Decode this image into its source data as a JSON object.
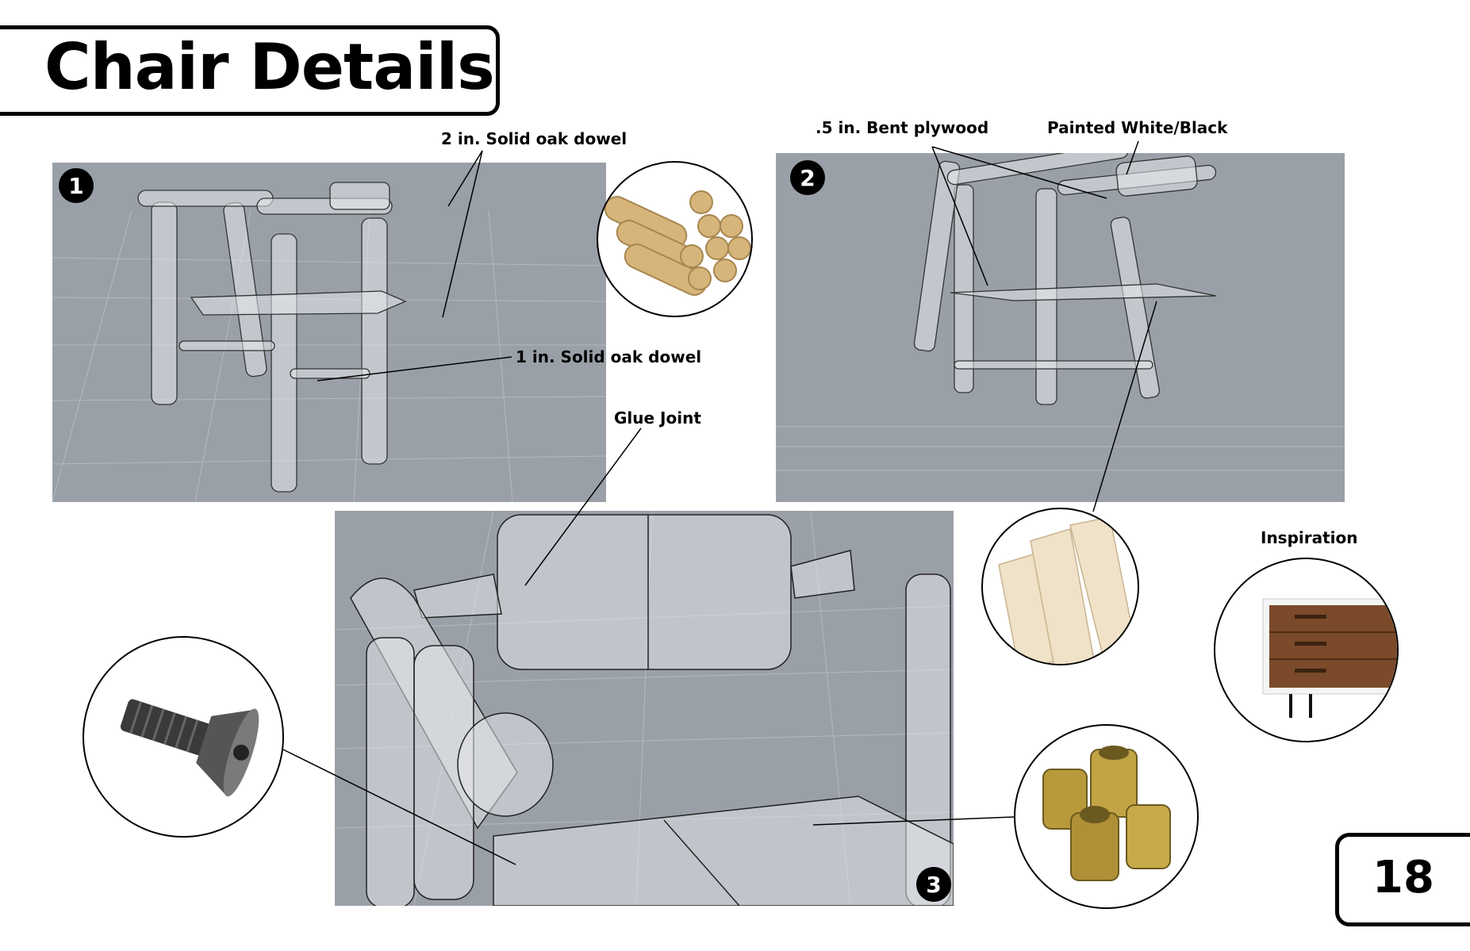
{
  "title": "Chair Details",
  "page_number": "18",
  "panels": [
    {
      "badge": "1"
    },
    {
      "badge": "2"
    },
    {
      "badge": "3"
    }
  ],
  "labels": {
    "oak_dowel_2in": "2 in. Solid oak dowel",
    "oak_dowel_1in": "1 in. Solid oak dowel",
    "bent_plywood": ".5 in. Bent plywood",
    "painted": "Painted White/Black",
    "glue_joint": "Glue Joint",
    "inspiration": "Inspiration"
  },
  "colors": {
    "render_background": "#9aa0a8",
    "oak": "#d6b57a",
    "plywood": "#efe2c8",
    "walnut": "#7a4a2a"
  }
}
